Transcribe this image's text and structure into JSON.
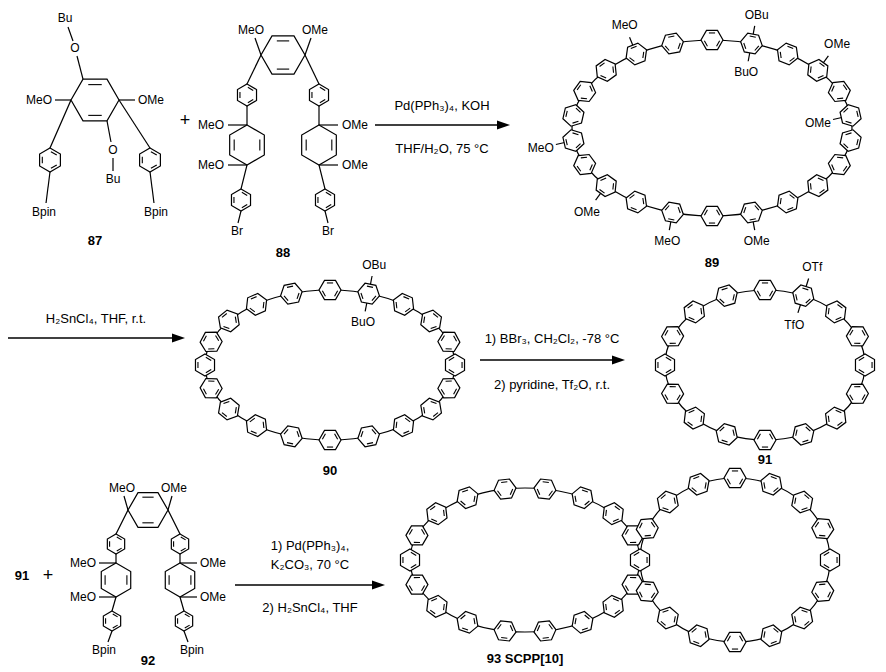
{
  "diagram": {
    "labels": [
      "Bu",
      "O",
      "MeO",
      "OMe",
      "O",
      "Bu",
      "Bpin",
      "Bpin",
      "87",
      "+",
      "MeO",
      "OMe",
      "MeO",
      "OMe",
      "MeO",
      "OMe",
      "Br",
      "Br",
      "88",
      "Pd(PPh₃)₄, KOH",
      "THF/H₂O, 75 °C",
      "MeO",
      "OBu",
      "OMe",
      "BuO",
      "MeO",
      "OMe",
      "OMe",
      "MeO",
      "OMe",
      "89",
      "H₂SnCl₄, THF, r.t.",
      "OBu",
      "BuO",
      "90",
      "1) BBr₃, CH₂Cl₂, -78 °C",
      "2) pyridine, Tf₂O, r.t.",
      "OTf",
      "TfO",
      "91",
      "91",
      "+",
      "MeO",
      "OMe",
      "MeO",
      "OMe",
      "MeO",
      "OMe",
      "Bpin",
      "Bpin",
      "92",
      "1) Pd(PPh₃)₄,",
      "K₂CO₃, 70 °C",
      "2) H₂SnCl₄, THF",
      "93 SCPP[10]"
    ]
  }
}
